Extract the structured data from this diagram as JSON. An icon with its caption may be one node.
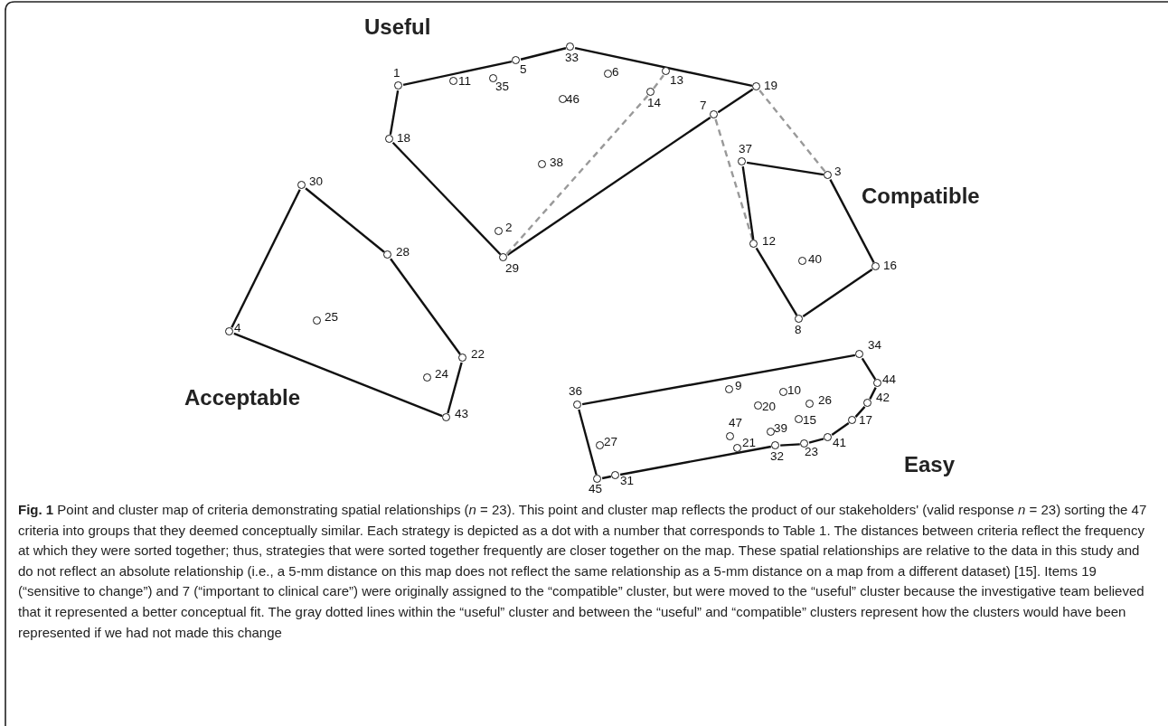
{
  "diagram": {
    "caption": "**Fig. 1** Point and cluster map of criteria demonstrating spatial relationships (*n* = 23). This point and cluster map reflects the product of our stakeholders' (valid response *n* = 23) sorting the 47 criteria into groups that they deemed conceptually similar. Each strategy is depicted as a dot with a number that corresponds to Table 1. The distances between criteria reflect the frequency at which they were sorted together; thus, strategies that were sorted together frequently are closer together on the map. These spatial relationships are relative to the data in this study and do not reflect an absolute relationship (i.e., a 5-mm distance on this map does not reflect the same relationship as a 5-mm distance on a map from a different dataset) [15]. Items 19 (“sensitive to change”) and 7 (“important to clinical care”) were originally assigned to the “compatible” cluster, but were moved to the “useful” cluster because the investigative team believed that it represented a better conceptual fit. The gray dotted lines within the “useful” cluster and between the “useful” and “compatible” clusters represent how the clusters would have been represented if we had not made this change",
    "nodes": [
      {
        "text": [
          "1"
        ]
      },
      {
        "text": [
          "5"
        ]
      },
      {
        "text": [
          "33"
        ]
      },
      {
        "text": [
          "19"
        ]
      },
      {
        "text": [
          "7"
        ]
      },
      {
        "text": [
          "29"
        ]
      },
      {
        "text": [
          "18"
        ]
      },
      {
        "text": [
          "11"
        ]
      },
      {
        "text": [
          "35"
        ]
      },
      {
        "text": [
          "46"
        ]
      },
      {
        "text": [
          "6"
        ]
      },
      {
        "text": [
          "13"
        ]
      },
      {
        "text": [
          "14"
        ]
      },
      {
        "text": [
          "38"
        ]
      },
      {
        "text": [
          "2"
        ]
      },
      {
        "text": [
          "37"
        ]
      },
      {
        "text": [
          "3"
        ]
      },
      {
        "text": [
          "16"
        ]
      },
      {
        "text": [
          "8"
        ]
      },
      {
        "text": [
          "12"
        ]
      },
      {
        "text": [
          "40"
        ]
      },
      {
        "text": [
          "30"
        ]
      },
      {
        "text": [
          "28"
        ]
      },
      {
        "text": [
          "22"
        ]
      },
      {
        "text": [
          "43"
        ]
      },
      {
        "text": [
          "4"
        ]
      },
      {
        "text": [
          "25"
        ]
      },
      {
        "text": [
          "24"
        ]
      },
      {
        "text": [
          "36"
        ]
      },
      {
        "text": [
          "34"
        ]
      },
      {
        "text": [
          "44"
        ]
      },
      {
        "text": [
          "42"
        ]
      },
      {
        "text": [
          "17"
        ]
      },
      {
        "text": [
          "41"
        ]
      },
      {
        "text": [
          "23"
        ]
      },
      {
        "text": [
          "32"
        ]
      },
      {
        "text": [
          "31"
        ]
      },
      {
        "text": [
          "45"
        ]
      },
      {
        "text": [
          "9"
        ]
      },
      {
        "text": [
          "10"
        ]
      },
      {
        "text": [
          "20"
        ]
      },
      {
        "text": [
          "26"
        ]
      },
      {
        "text": [
          "15"
        ]
      },
      {
        "text": [
          "39"
        ]
      },
      {
        "text": [
          "47"
        ]
      },
      {
        "text": [
          "21"
        ]
      },
      {
        "text": [
          "27"
        ]
      }
    ],
    "edges": [
      {
        "from": 0,
        "to": 1,
        "arrow": "none"
      },
      {
        "from": 1,
        "to": 2,
        "arrow": "none"
      },
      {
        "from": 2,
        "to": 3,
        "arrow": "none"
      },
      {
        "from": 3,
        "to": 4,
        "arrow": "none"
      },
      {
        "from": 4,
        "to": 5,
        "arrow": "none"
      },
      {
        "from": 5,
        "to": 6,
        "arrow": "none"
      },
      {
        "from": 6,
        "to": 0,
        "arrow": "none"
      },
      {
        "from": 5,
        "to": 12,
        "arrow": "none",
        "style": "dashed",
        "color": "#999999"
      },
      {
        "from": 12,
        "to": 11,
        "arrow": "none",
        "style": "dashed",
        "color": "#999999"
      },
      {
        "from": 4,
        "to": 19,
        "arrow": "none",
        "style": "dashed",
        "color": "#999999"
      },
      {
        "from": 3,
        "to": 16,
        "arrow": "none",
        "style": "dashed",
        "color": "#999999"
      },
      {
        "from": 15,
        "to": 16,
        "arrow": "none"
      },
      {
        "from": 16,
        "to": 17,
        "arrow": "none"
      },
      {
        "from": 17,
        "to": 18,
        "arrow": "none"
      },
      {
        "from": 18,
        "to": 19,
        "arrow": "none"
      },
      {
        "from": 19,
        "to": 15,
        "arrow": "none"
      },
      {
        "from": 21,
        "to": 22,
        "arrow": "none"
      },
      {
        "from": 22,
        "to": 23,
        "arrow": "none"
      },
      {
        "from": 23,
        "to": 24,
        "arrow": "none"
      },
      {
        "from": 24,
        "to": 25,
        "arrow": "none"
      },
      {
        "from": 25,
        "to": 21,
        "arrow": "none"
      },
      {
        "from": 28,
        "to": 29,
        "arrow": "none"
      },
      {
        "from": 29,
        "to": 30,
        "arrow": "none"
      },
      {
        "from": 30,
        "to": 31,
        "arrow": "none"
      },
      {
        "from": 31,
        "to": 32,
        "arrow": "none"
      },
      {
        "from": 32,
        "to": 33,
        "arrow": "none"
      },
      {
        "from": 33,
        "to": 34,
        "arrow": "none"
      },
      {
        "from": 34,
        "to": 35,
        "arrow": "none"
      },
      {
        "from": 35,
        "to": 36,
        "arrow": "none"
      },
      {
        "from": 36,
        "to": 37,
        "arrow": "none"
      },
      {
        "from": 37,
        "to": 28,
        "arrow": "none"
      }
    ],
    "labels": [
      "Useful",
      "Compatible",
      "Acceptable",
      "Easy"
    ]
  }
}
